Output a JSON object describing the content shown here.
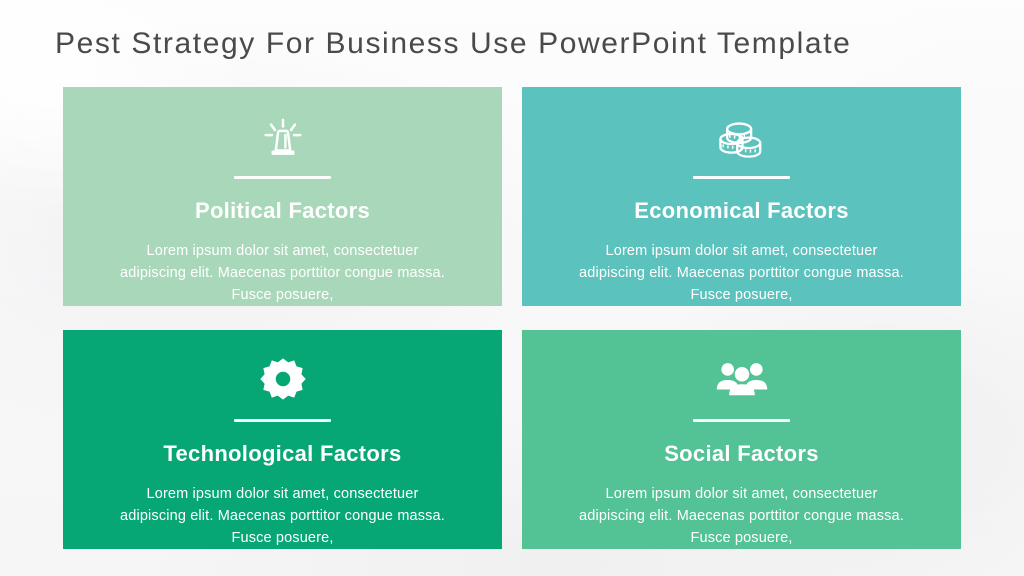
{
  "slide": {
    "title": "Pest Strategy For Business Use PowerPoint Template",
    "background_color": "#f8f8f8",
    "title_color": "#4a4a4a"
  },
  "cards": [
    {
      "id": "political",
      "heading": "Political Factors",
      "body": "Lorem ipsum dolor sit amet, consectetuer adipiscing elit. Maecenas porttitor congue massa. Fusce posuere,",
      "icon": "siren-icon",
      "color": "#a8d8b9",
      "text_color": "#ffffff"
    },
    {
      "id": "economical",
      "heading": "Economical Factors",
      "body": "Lorem ipsum dolor sit amet, consectetuer adipiscing elit. Maecenas porttitor congue massa. Fusce posuere,",
      "icon": "coins-icon",
      "color": "#5cc2bd",
      "text_color": "#ffffff"
    },
    {
      "id": "technological",
      "heading": "Technological Factors",
      "body": "Lorem ipsum dolor sit amet, consectetuer adipiscing elit. Maecenas porttitor congue massa. Fusce posuere,",
      "icon": "gear-icon",
      "color": "#06a775",
      "text_color": "#ffffff"
    },
    {
      "id": "social",
      "heading": "Social Factors",
      "body": "Lorem ipsum dolor sit amet, consectetuer adipiscing elit. Maecenas porttitor congue massa. Fusce posuere,",
      "icon": "people-group-icon",
      "color": "#53c295",
      "text_color": "#ffffff"
    }
  ]
}
